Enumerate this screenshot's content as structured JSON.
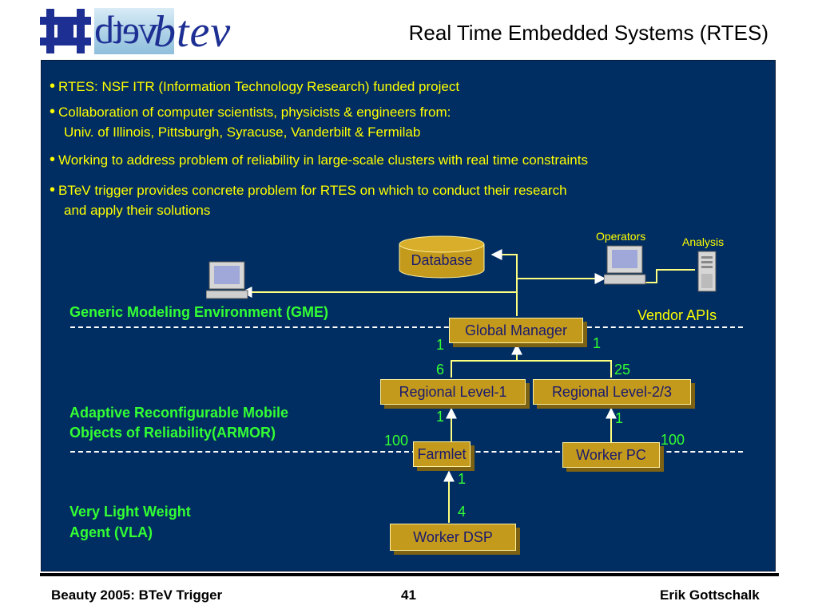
{
  "header": {
    "logo_mirror_text": "vetb",
    "logo_text": "btev",
    "title": "Real Time Embedded Systems (RTES)"
  },
  "bullets": [
    "RTES:  NSF ITR (Information Technology Research) funded project",
    "Collaboration of computer scientists, physicists & engineers from:",
    "Univ. of Illinois, Pittsburgh, Syracuse, Vanderbilt & Fermilab",
    "Working to address problem of reliability in large-scale clusters with real time constraints",
    "BTeV trigger provides concrete problem for RTES on which to conduct their research",
    "and apply their solutions"
  ],
  "diagram": {
    "database": "Database",
    "operators": "Operators",
    "analysis": "Analysis",
    "vendor_apis": "Vendor APIs",
    "gme": "Generic Modeling Environment (GME)",
    "armor_line1": "Adaptive Reconfigurable Mobile",
    "armor_line2": "Objects of Reliability(ARMOR)",
    "vla_line1": "Very Light Weight",
    "vla_line2": "Agent (VLA)",
    "global_manager": "Global Manager",
    "regional_l1": "Regional Level-1",
    "regional_l23": "Regional Level-2/3",
    "farmlet": "Farmlet",
    "worker_pc": "Worker PC",
    "worker_dsp": "Worker DSP",
    "n_gm_left": "1",
    "n_gm_right": "1",
    "n_rl1_top": "6",
    "n_rl23_top": "25",
    "n_rl1_bottom": "1",
    "n_rl23_bottom": "1",
    "n_farmlet_left": "100",
    "n_workerpc_right": "100",
    "n_farmlet_bottom": "1",
    "n_dsp_top": "4"
  },
  "footer": {
    "left": "Beauty 2005:  BTeV Trigger",
    "page": "41",
    "right": "Erik Gottschalk"
  }
}
